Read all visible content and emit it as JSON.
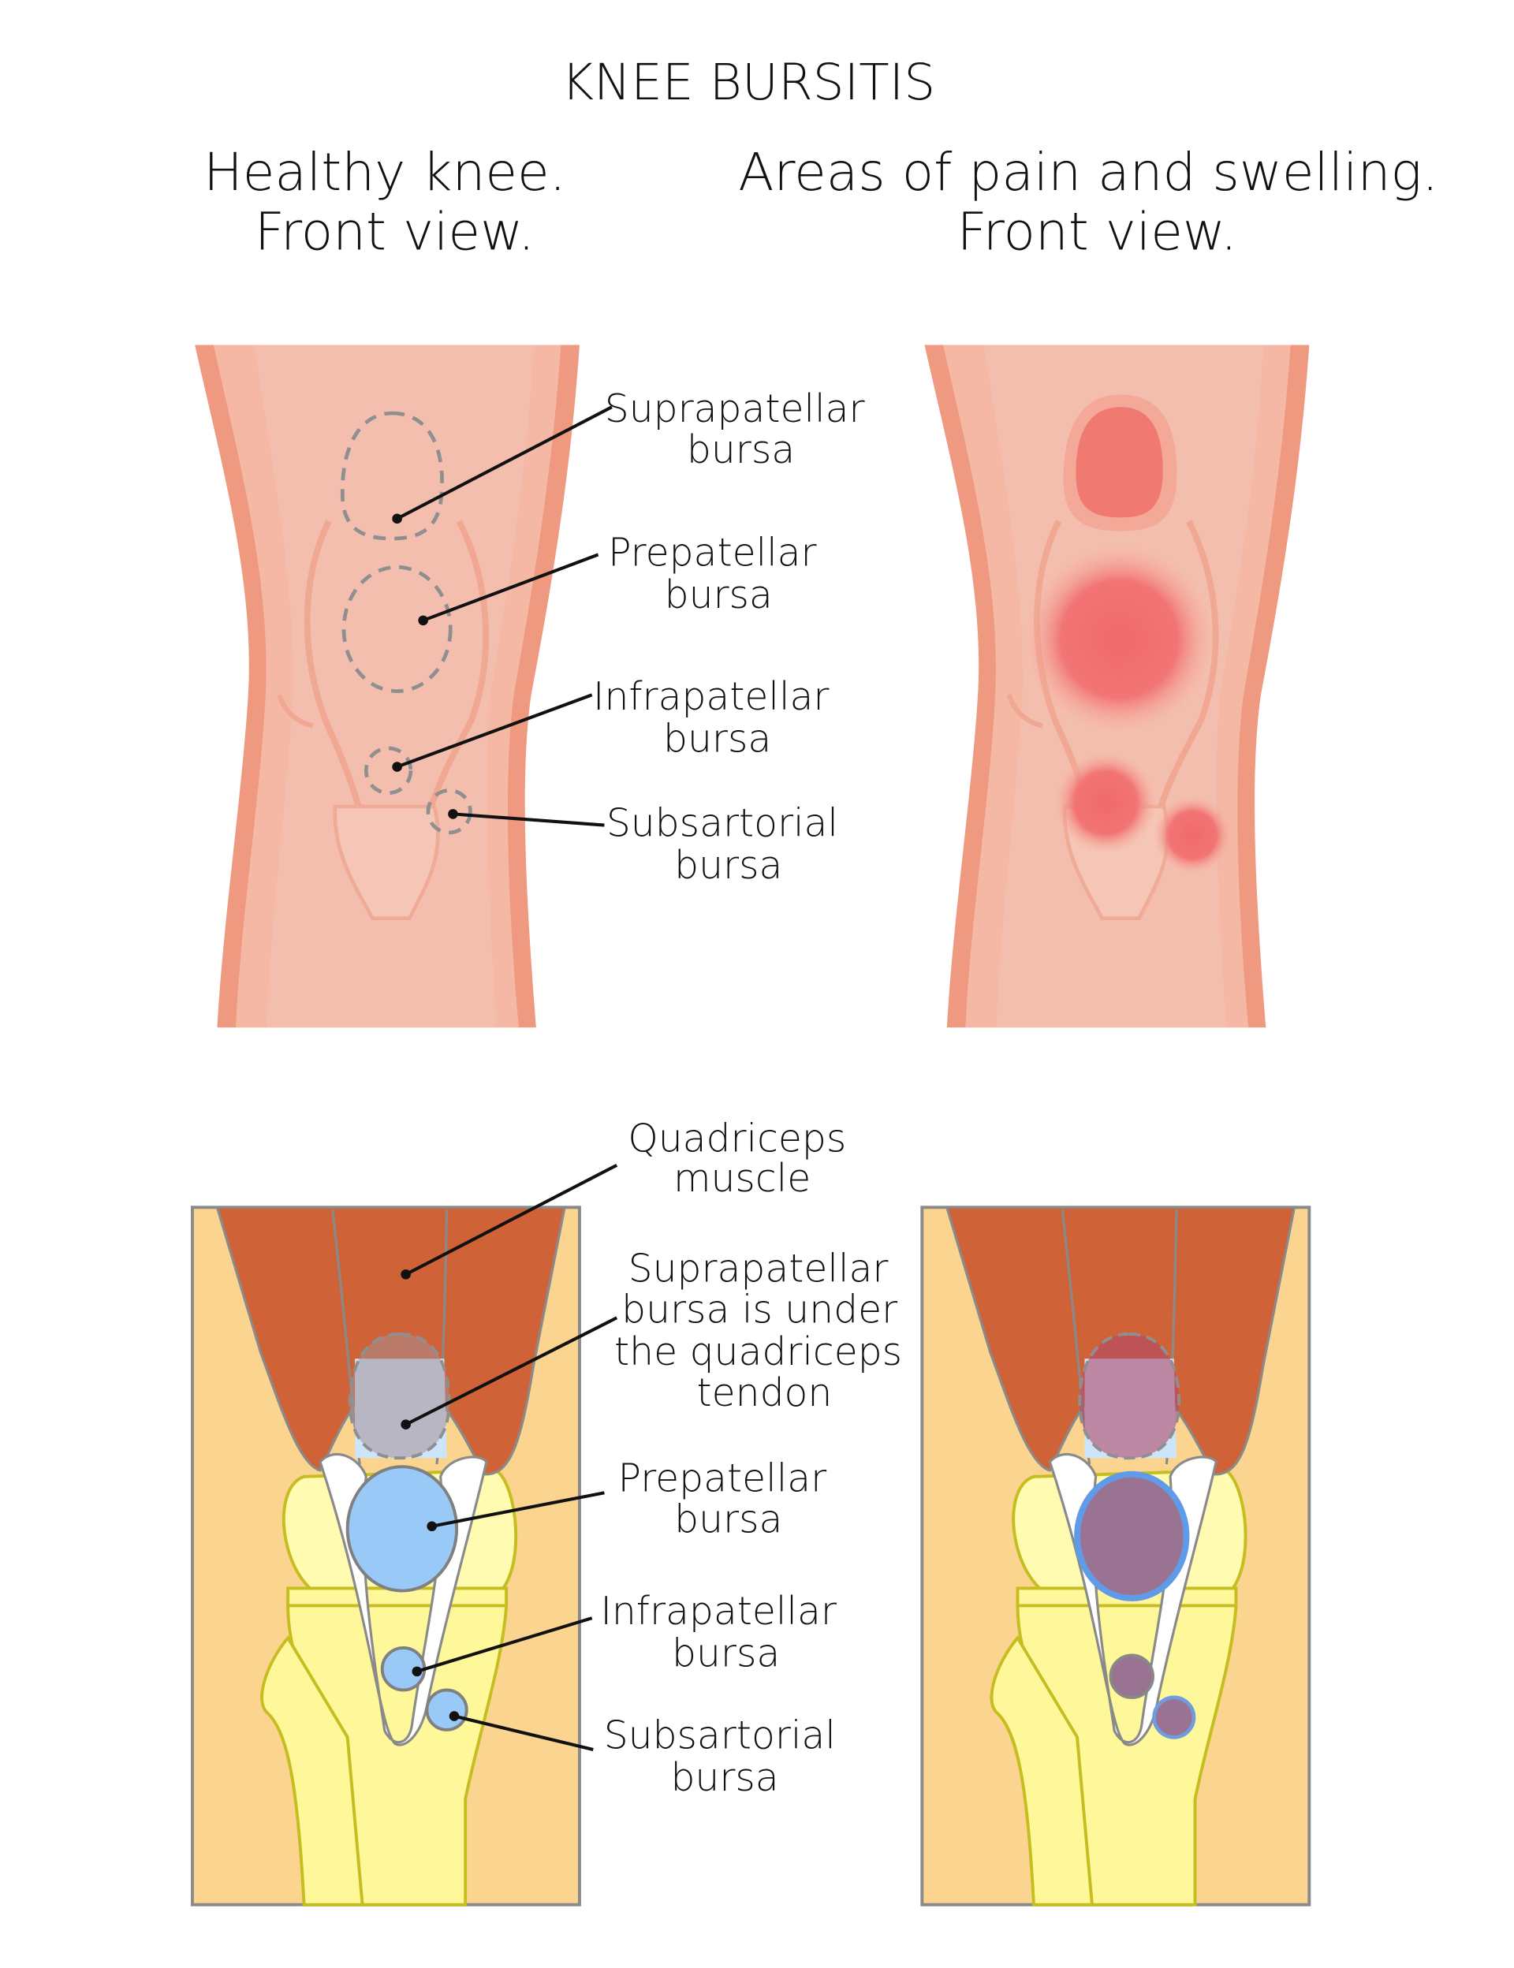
{
  "title": "KNEE BURSITIS",
  "left_heading": [
    "Healthy knee.",
    "Front view."
  ],
  "right_heading": [
    "Areas of pain and swelling.",
    "Front view."
  ],
  "top_labels": {
    "suprapatellar": [
      "Suprapatellar",
      "bursa"
    ],
    "prepatellar": [
      "Prepatellar",
      "bursa"
    ],
    "infrapatellar": [
      "Infrapatellar",
      "bursa"
    ],
    "subsartorial": [
      "Subsartorial",
      "bursa"
    ]
  },
  "bottom_labels": {
    "quadriceps": [
      "Quadriceps",
      "muscle"
    ],
    "suprapatellar": [
      "Suprapatellar",
      "bursa is under",
      "the quadriceps",
      "tendon"
    ],
    "prepatellar": [
      "Prepatellar",
      "bursa"
    ],
    "infrapatellar": [
      "Infrapatellar",
      "bursa"
    ],
    "subsartorial": [
      "Subsartorial",
      "bursa"
    ]
  },
  "colors": {
    "skin": "#f5b8a4",
    "skin_edge": "#ef9a80",
    "inflamed": "#f06a6a",
    "muscle": "#d06238",
    "fat": "#fbd490",
    "bone": "#fff89a",
    "bursa_healthy": "#99c9f7",
    "bursa_inflamed": "#9a7393"
  }
}
